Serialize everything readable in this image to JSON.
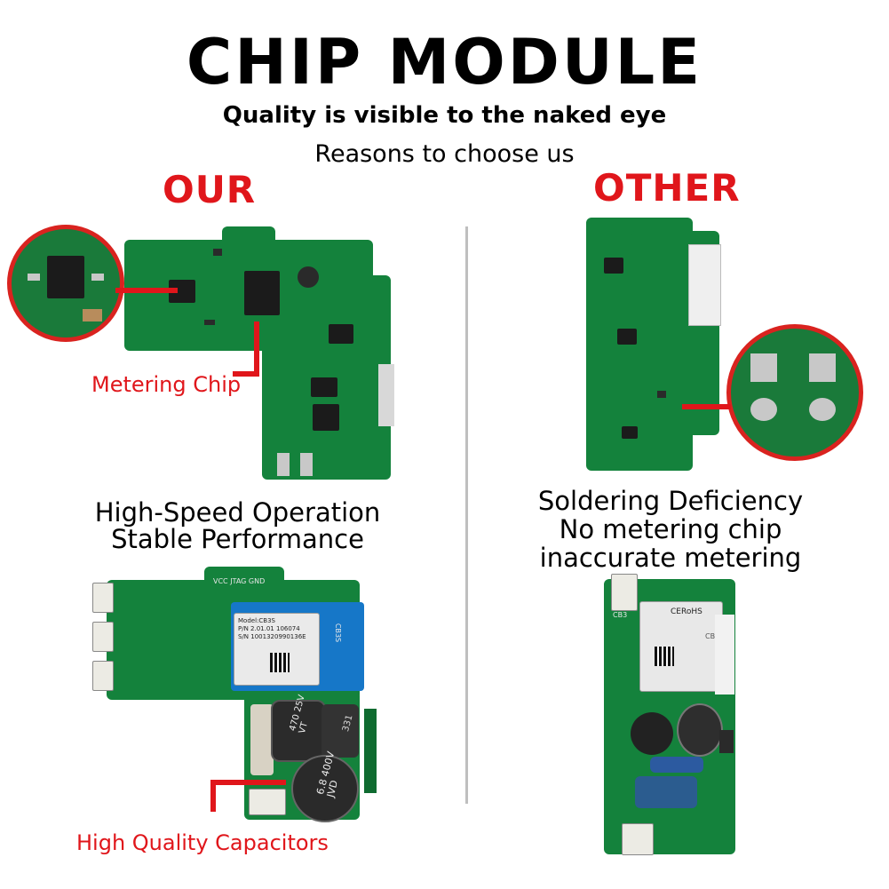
{
  "header": {
    "title": "CHIP MODULE",
    "subtitle": "Quality is visible to the naked eye",
    "tagline": "Reasons to choose us"
  },
  "left": {
    "heading": "OUR",
    "metering_label": "Metering Chip",
    "speed_line1": "High-Speed Operation",
    "speed_line2": "Stable Performance",
    "capacitor_label": "High Quality Capacitors",
    "module_model": "Model:CB3S",
    "module_pn": "P/N 2.01.01 106074",
    "module_sn": "S/N 1001320990136E",
    "module_side": "CB3S",
    "cap1_text": "470 25V VT",
    "cap2_text": "6.8 400V JVD",
    "inductor_text": "331",
    "pcb_text": "VCC JTAG GND"
  },
  "right": {
    "heading": "OTHER",
    "line1": "Soldering Deficiency",
    "line2": "No metering chip",
    "line3": "inaccurate metering",
    "module_text": "CERoHS",
    "pcb_text1": "CB3",
    "pcb_text2": "CBU"
  },
  "colors": {
    "accent_red": "#e0161b",
    "pcb_green": "#14823c",
    "module_blue": "#1677c8"
  }
}
